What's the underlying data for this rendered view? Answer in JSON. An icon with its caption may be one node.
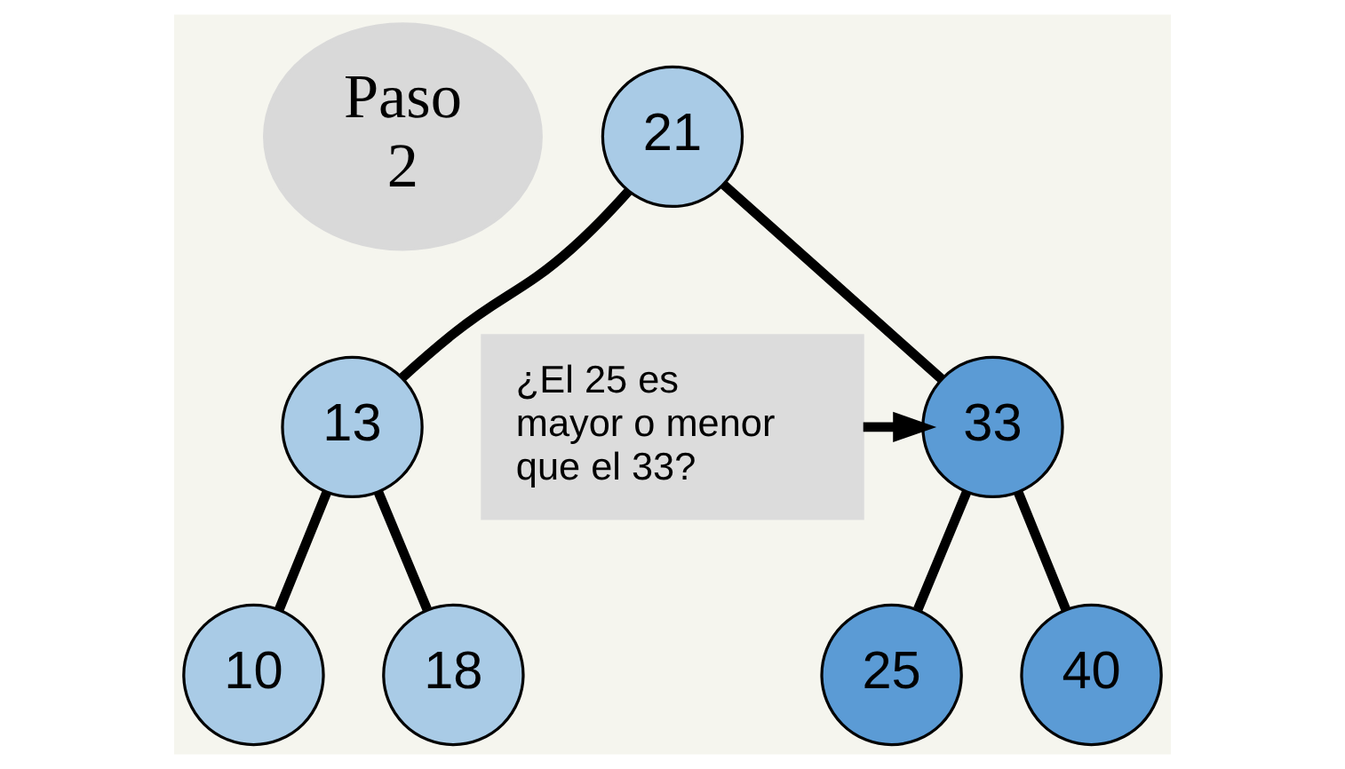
{
  "diagram": {
    "nodes": [
      {
        "text": [
          "Paso 2"
        ]
      },
      {
        "text": [
          "21"
        ]
      },
      {
        "text": [
          "13"
        ]
      },
      {
        "text": [
          "33"
        ]
      },
      {
        "text": [
          "10"
        ]
      },
      {
        "text": [
          "18"
        ]
      },
      {
        "text": [
          "25"
        ]
      },
      {
        "text": [
          "40"
        ]
      },
      {
        "text": [
          "¿El 25 es mayor o menor que el 33?"
        ]
      }
    ],
    "edges": [
      {
        "from": 1,
        "to": 2,
        "arrow": "none"
      },
      {
        "from": 1,
        "to": 3,
        "arrow": "none"
      },
      {
        "from": 2,
        "to": 4,
        "arrow": "none"
      },
      {
        "from": 2,
        "to": 5,
        "arrow": "none"
      },
      {
        "from": 3,
        "to": 6,
        "arrow": "none"
      },
      {
        "from": 3,
        "to": 7,
        "arrow": "none"
      },
      {
        "from": 8,
        "to": 3,
        "arrow": "to"
      }
    ]
  }
}
